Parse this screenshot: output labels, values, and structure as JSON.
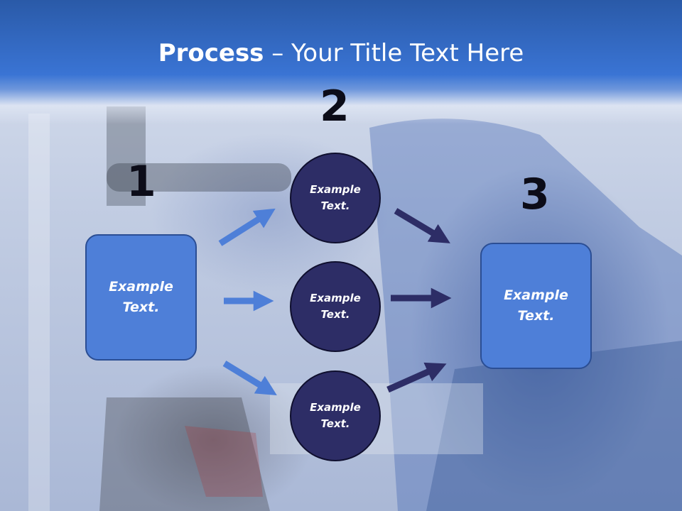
{
  "title": {
    "bold": "Process",
    "rest": " – Your Title Text Here"
  },
  "steps": {
    "one": "1",
    "two": "2",
    "three": "3"
  },
  "left_box": {
    "line1": "Example",
    "line2": "Text."
  },
  "circles": [
    {
      "line1": "Example",
      "line2": "Text."
    },
    {
      "line1": "Example",
      "line2": "Text."
    },
    {
      "line1": "Example",
      "line2": "Text."
    }
  ],
  "right_box": {
    "line1": "Example",
    "line2": "Text."
  },
  "colors": {
    "header": "#3a74d4",
    "box": "#4e7fd8",
    "circle": "#2d2d66",
    "arrow_light": "#4e7fd8",
    "arrow_dark": "#2d2d66"
  }
}
